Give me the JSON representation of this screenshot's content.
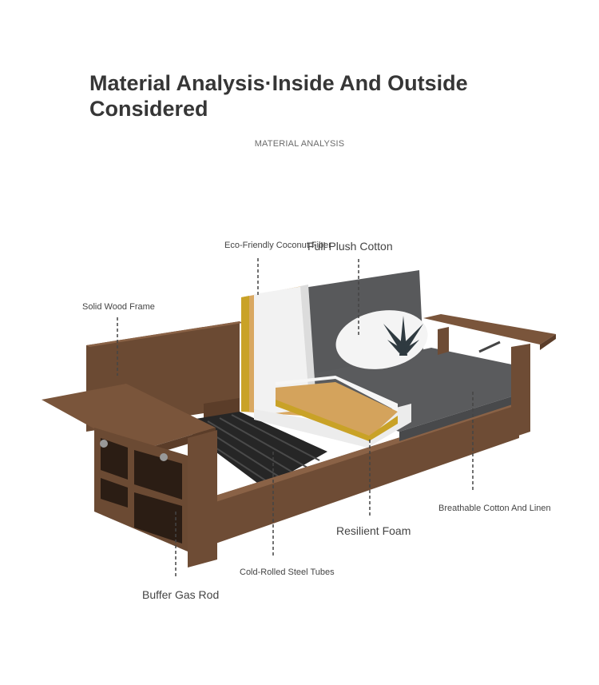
{
  "header": {
    "title": "Material Analysis·Inside And Outside Considered",
    "subtitle": "MATERIAL ANALYSIS"
  },
  "labels": {
    "coconut_fiber": "Eco-Friendly Coconut Fiber",
    "plush_cotton": "Full Plush Cotton",
    "wood_frame": "Solid Wood Frame",
    "cotton_linen": "Breathable Cotton And Linen",
    "resilient_foam": "Resilient Foam",
    "steel_tubes": "Cold-Rolled Steel Tubes",
    "gas_rod": "Buffer Gas Rod"
  },
  "colors": {
    "wood": "#6e4c35",
    "wood_light": "#8a6246",
    "fabric": "#555658",
    "foam": "#efefef",
    "coir": "#d4a35c",
    "gold_edge": "#c9a227",
    "slats": "#2a2a2a"
  }
}
